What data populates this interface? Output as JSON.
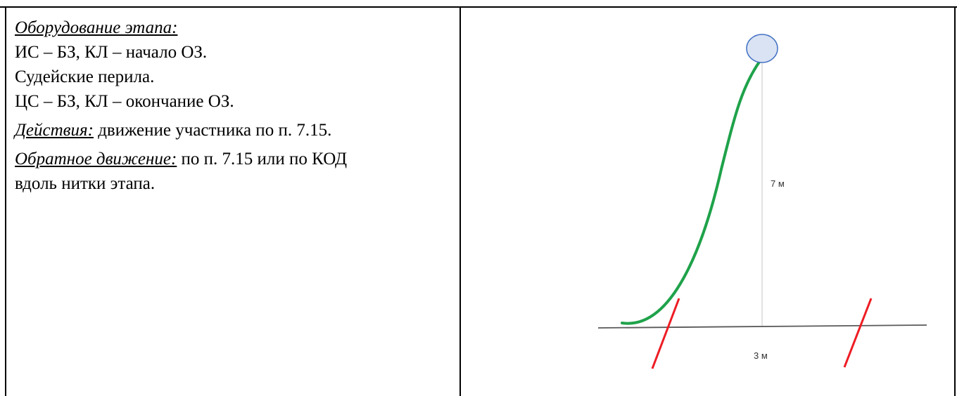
{
  "equipment": {
    "heading": "Оборудование этапа:",
    "lines": [
      "ИС – БЗ, КЛ – начало ОЗ.",
      "Судейские перила.",
      "ЦС – БЗ, КЛ – окончание ОЗ."
    ]
  },
  "actions": {
    "label": "Действия:",
    "text": " движение участника по п. 7.15."
  },
  "reverse": {
    "label": "Обратное движение:",
    "text": " по п. 7.15 или по КОД",
    "continuation": "вдоль нитки этапа."
  },
  "diagram": {
    "height_label": "7 м",
    "width_label": "3 м",
    "colors": {
      "rope": "#1fa24a",
      "control_line": "#ee1c24",
      "ground": "#595959",
      "vertical": "#d9d9d9",
      "node_fill": "#dae3f3",
      "node_stroke": "#4472c4"
    }
  }
}
